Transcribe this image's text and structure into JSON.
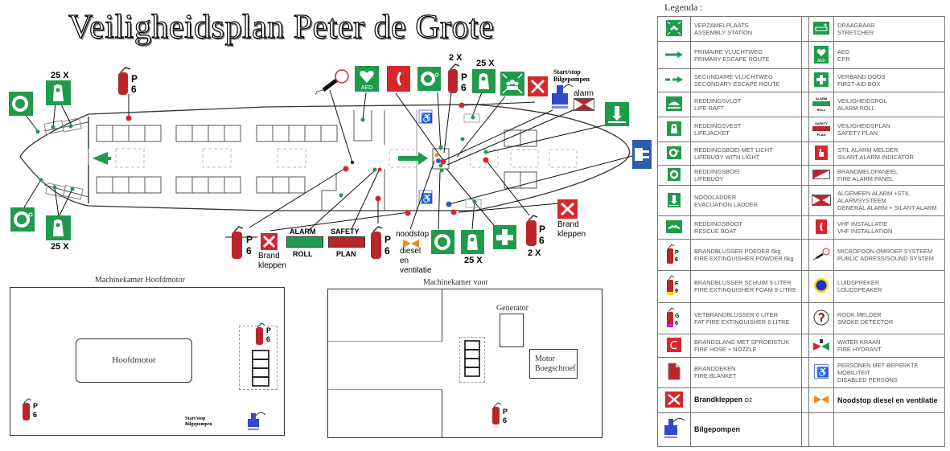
{
  "title": "Veiligheidsplan Peter de Grote",
  "ship_plan": {
    "labels": {
      "lifejacket_count_top_left": "25 X",
      "lifejacket_count_bottom_left": "25 X",
      "lifejacket_count_top_mid": "25 X",
      "lifejacket_count_bottom_mid": "25 X",
      "extinguisher_count_top": "2 X",
      "extinguisher_count_bottom": "2 X",
      "extinguisher_code_p": "P",
      "extinguisher_code_6": "6",
      "brandkleppen_1": "Brand",
      "brandkleppen_2": "kleppen",
      "alarm_roll_top": "ALARM",
      "alarm_roll_bottom": "ROLL",
      "safety_plan_top": "SAFETY",
      "safety_plan_bottom": "PLAN",
      "noodstop_1": "noodstop",
      "noodstop_2": "diesel",
      "noodstop_3": "en",
      "noodstop_4": "ventilatie",
      "bilge_start_stop_1": "Start/stop",
      "bilge_start_stop_2": "Bilgepompen",
      "alarm": "alarm",
      "aed": "AED",
      "bilgepompen_small": "Bilgepompen"
    },
    "colors": {
      "safety_green": "#1f9b4b",
      "fire_red": "#d7262c",
      "info_blue": "#2a5ea8",
      "noodstop_orange": "#f08a24"
    }
  },
  "engine_room_main": {
    "title": "Machinekamer Hoofdmotor",
    "engine_label": "Hoofdmotor",
    "bilge_label_1": "Start/stop",
    "bilge_label_2": "Bilgepompen",
    "extinguisher_p": "P",
    "extinguisher_6": "6"
  },
  "engine_room_front": {
    "title": "Machinekamer voor",
    "generator_label": "Generator",
    "bow_thruster_1": "Motor",
    "bow_thruster_2": "Boegschroef",
    "extinguisher_p": "P",
    "extinguisher_6": "6"
  },
  "legend": {
    "title": "Legenda :",
    "rows": [
      {
        "left": {
          "icon": "assembly-station",
          "nl": "VERZAMELPLAATS",
          "en": "ASSEMBLY STATION"
        },
        "right": {
          "icon": "stretcher",
          "nl": "DRAAGBAAR",
          "en": "STRETCHER"
        }
      },
      {
        "left": {
          "icon": "primary-escape-arrow",
          "nl": "PRIMAIRE VLUCHTWEG",
          "en": "PRIMARY ESCAPE ROUTE"
        },
        "right": {
          "icon": "aed",
          "nl": "AED",
          "en": "CPR"
        }
      },
      {
        "left": {
          "icon": "secondary-escape-arrow",
          "nl": "SECUNDAIRE VLUCHTWEG",
          "en": "SECONDARY ESCAPE ROUTE"
        },
        "right": {
          "icon": "first-aid",
          "nl": "VERBAND DOOS",
          "en": "FIRST-AID BOX"
        }
      },
      {
        "left": {
          "icon": "life-raft",
          "nl": "REDDINGSVLOT",
          "en": "LIFE RAFT"
        },
        "right": {
          "icon": "alarm-roll",
          "nl": "VEILIGHEIDSROL",
          "en": "ALARM ROLL"
        }
      },
      {
        "left": {
          "icon": "lifejacket",
          "nl": "REDDINGSVEST",
          "en": "LIFEJACKET"
        },
        "right": {
          "icon": "safety-plan",
          "nl": "VEILIGHEIDSPLAN",
          "en": "SAFETY PLAN"
        }
      },
      {
        "left": {
          "icon": "lifebuoy-light",
          "nl": "REDDINGSBOEI MET LICHT",
          "en": "LIFEBUOY WITH LIGHT"
        },
        "right": {
          "icon": "silent-alarm",
          "nl": "STIL ALARM MELDER",
          "en": "SILANT ALARM INDICATOR"
        }
      },
      {
        "left": {
          "icon": "lifebuoy",
          "nl": "REDDINGSBOEI",
          "en": "LIFEBUOY"
        },
        "right": {
          "icon": "fire-alarm-panel",
          "nl": "BRANDMELDPANEEL",
          "en": "FIRE ALARM PANEL"
        }
      },
      {
        "left": {
          "icon": "evacuation-ladder",
          "nl": "NOODLADDER",
          "en": "EVACUATION LADDER"
        },
        "right": {
          "icon": "general-alarm",
          "nl": "ALGEMEEN ALARM +STIL ALARMSYSTEEM",
          "en": "GENERAL ALARM + SILANT ALARM"
        }
      },
      {
        "left": {
          "icon": "rescue-boat",
          "nl": "REDDINGSBOOT",
          "en": "RESCUE BOAT"
        },
        "right": {
          "icon": "vhf",
          "nl": "VHF INSTALLATIE",
          "en": "VHF INSTALLATION"
        }
      },
      {
        "left": {
          "icon": "extinguisher-powder",
          "nl": "BRANDBLUSSER POEDER 6kg",
          "en": "FIRE EXTINGUISHER POWDER 6kg"
        },
        "right": {
          "icon": "microphone",
          "nl": "MICROFOON OMROEP SYSTEEM",
          "en": "PUBLIC ADRESS/SOUND SYSTEM"
        }
      },
      {
        "left": {
          "icon": "extinguisher-foam",
          "nl": "BRANDBLUSSER SCHUIM 9 LITER",
          "en": "FIRE EXTINGUISHER FOAM 9 LITRE"
        },
        "right": {
          "icon": "loudspeaker",
          "nl": "LUIDSPREKER",
          "en": "LOUDSPEAKER"
        }
      },
      {
        "left": {
          "icon": "extinguisher-fat",
          "nl": "VETBRANDBLUSSER 6 LITER",
          "en": "FAT FIRE EXTINGUISHER 6 LITRE"
        },
        "right": {
          "icon": "smoke-detector",
          "nl": "ROOK MELDER",
          "en": "SMOKE DETECTOR"
        }
      },
      {
        "left": {
          "icon": "fire-hose",
          "nl": "BRANDSLANG MET SPROEISTUK",
          "en": "FIRE HOSE + NOZZLE"
        },
        "right": {
          "icon": "fire-hydrant",
          "nl": "WATER KRAAN",
          "en": "FIRE HYDRANT"
        }
      },
      {
        "left": {
          "icon": "fire-blanket",
          "nl": "BRANDDEKEN",
          "en": "FIRE BLANKET"
        },
        "right": {
          "icon": "disabled",
          "nl": "PERSONEN MET BEPERKTE MOBILITEIT",
          "en": "DISABLED PERSONS"
        }
      },
      {
        "left": {
          "icon": "fire-damper",
          "label": "Brandkleppen",
          "suffix": "O2"
        },
        "right": {
          "icon": "noodstop",
          "label": "Noodstop diesel en ventilatie"
        }
      },
      {
        "left": {
          "icon": "bilge-pump",
          "label": "Bilgepompen"
        },
        "right": {
          "icon": "",
          "label": ""
        }
      }
    ]
  }
}
